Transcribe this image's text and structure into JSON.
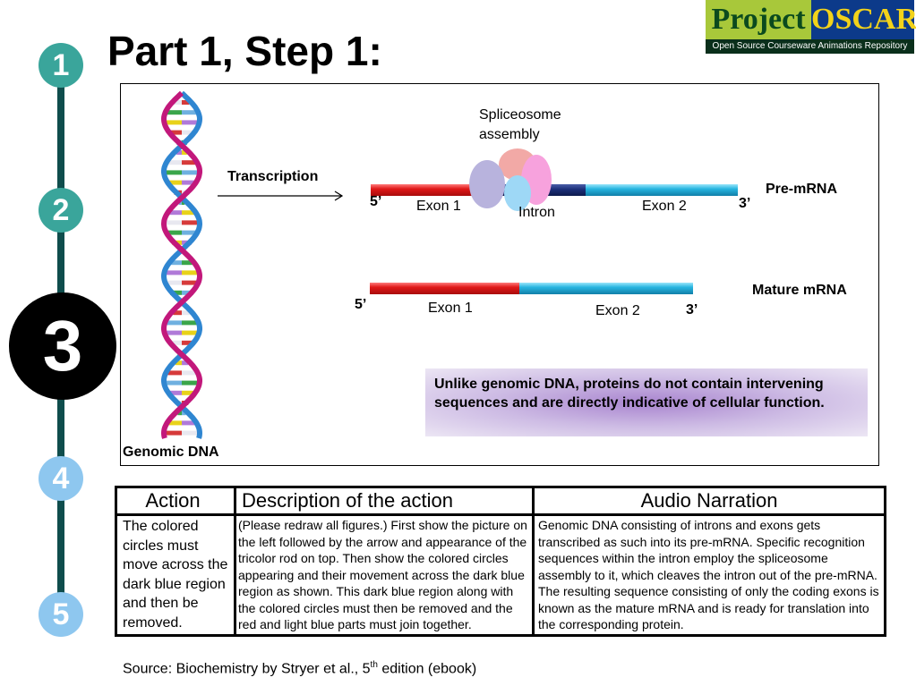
{
  "title": "Part 1, Step 1:",
  "logo": {
    "word1": "Project",
    "word2": "OSCAR",
    "subtitle": "Open Source Courseware Animations Repository"
  },
  "steps": [
    "1",
    "2",
    "3",
    "4",
    "5"
  ],
  "diagram": {
    "genomic_dna_label": "Genomic DNA",
    "transcription_label": "Transcription",
    "spliceosome_label_1": "Spliceosome",
    "spliceosome_label_2": "assembly",
    "pre_mrna": {
      "label": "Pre-mRNA",
      "five": "5’",
      "three": "3’",
      "exon1": "Exon 1",
      "intron": "Intron",
      "exon2": "Exon 2"
    },
    "mature_mrna": {
      "label": "Mature mRNA",
      "five": "5’",
      "three": "3’",
      "exon1": "Exon 1",
      "exon2": "Exon 2"
    },
    "callout": "Unlike genomic DNA, proteins do not contain intervening sequences and are directly indicative of cellular function."
  },
  "table": {
    "headers": [
      "Action",
      "Description of the action",
      "Audio Narration"
    ],
    "action": "The colored circles must move across the dark blue region and then be removed.",
    "description": "(Please redraw all figures.) First show the picture on the left followed by the arrow and appearance of the tricolor rod on top. Then show the colored circles appearing and their movement across the dark blue region as shown. This dark blue region along with the colored circles must then be removed and the red and light blue parts must join together.",
    "narration": "Genomic DNA consisting of introns and exons gets transcribed as such into its pre-mRNA. Specific recognition sequences within the intron employ the spliceosome assembly to it, which cleaves the intron out of the pre-mRNA. The resulting sequence consisting of only the coding exons is known as the mature mRNA and is ready for translation into the corresponding protein."
  },
  "source": {
    "prefix": "Source: Biochemistry by Stryer et al., 5",
    "sup": "th",
    "suffix": " edition (ebook)"
  }
}
